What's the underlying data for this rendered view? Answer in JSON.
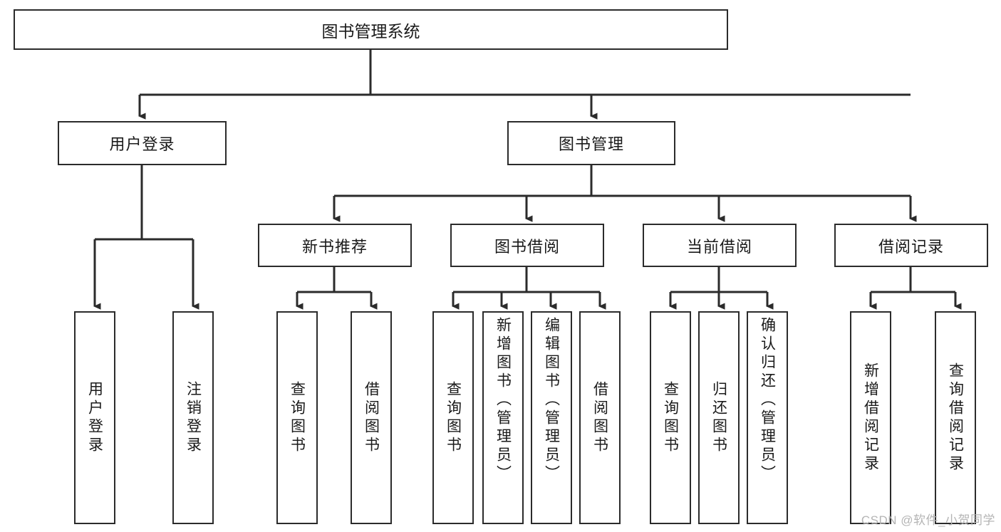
{
  "diagram": {
    "title": "图书管理系统",
    "type": "tree-hierarchy",
    "watermark": "CSDN @软件_小贺同学",
    "colors": {
      "border": "#2b2b2b",
      "background": "#ffffff",
      "text": "#1a1a1a",
      "watermark": "#b4b4b4"
    },
    "root": {
      "label": "图书管理系统"
    },
    "level2": [
      {
        "label": "用户登录"
      },
      {
        "label": "图书管理"
      }
    ],
    "level3": [
      {
        "label": "新书推荐"
      },
      {
        "label": "图书借阅"
      },
      {
        "label": "当前借阅"
      },
      {
        "label": "借阅记录"
      }
    ],
    "leaves": {
      "user_login": [
        {
          "label": "用户登录"
        },
        {
          "label": "注销登录"
        }
      ],
      "new_book_recommend": [
        {
          "label": "查询图书"
        },
        {
          "label": "借阅图书"
        }
      ],
      "book_borrow": [
        {
          "label": "查询图书"
        },
        {
          "label": "新增图书（管理员）"
        },
        {
          "label": "编辑图书（管理员）"
        },
        {
          "label": "借阅图书"
        }
      ],
      "current_borrow": [
        {
          "label": "查询图书"
        },
        {
          "label": "归还图书"
        },
        {
          "label": "确认归还（管理员）"
        }
      ],
      "borrow_record": [
        {
          "label": "新增借阅记录"
        },
        {
          "label": "查询借阅记录"
        }
      ]
    }
  }
}
